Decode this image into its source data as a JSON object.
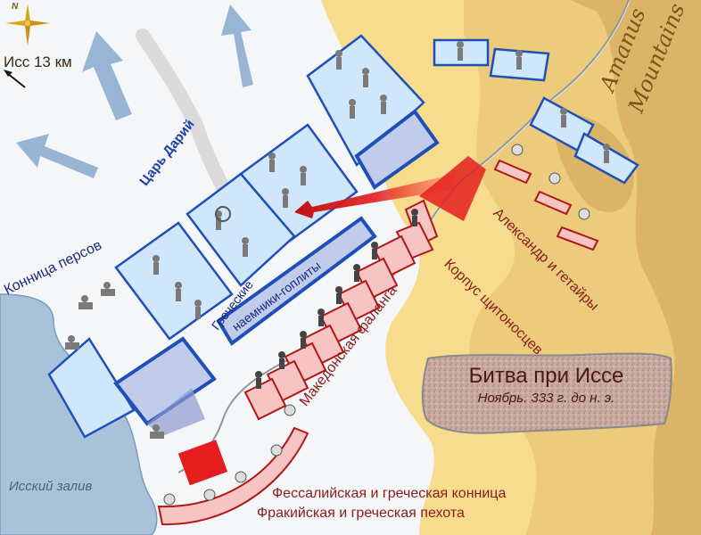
{
  "title": "Битва при Иссе",
  "date": "Ноябрь. 333 г. до н. э.",
  "compass": {
    "north_label": "N",
    "icon": "compass-rose-icon"
  },
  "direction_marker": {
    "label": "Исс 13 км",
    "icon": "arrow-northwest-icon"
  },
  "terrain": {
    "mountains": [
      "Amanus",
      "Mountains"
    ],
    "sea": "Исский залив"
  },
  "persian_labels": {
    "king": "Царь Дарий",
    "cavalry": "Конница персов",
    "mercenaries_line1": "Греческие",
    "mercenaries_line2": "наемники-гоплиты"
  },
  "macedonian_labels": {
    "alexander": "Александр и гетайры",
    "hypaspists": "Корпус щитоносцев",
    "phalanx": "Македонская фаланга",
    "thessalian_cavalry": "Фессалийская и греческая конница",
    "thracian_infantry": "Фракийская и греческая пехота"
  },
  "colors": {
    "plain": "#f4f6f8",
    "sea": "#a9c1d9",
    "sand_light": "#f6dc8c",
    "sand_mid": "#eccb7c",
    "sand_dark": "#dcb468",
    "persian_fill": "#cfe6fb",
    "persian_stroke": "#1f4fb8",
    "macedonian_fill": "#f7c4c4",
    "macedonian_stroke": "#b01818",
    "attack_red": "#e41e1e",
    "retreat_arrow": "#8eaed0",
    "river": "#8a9aa0"
  }
}
